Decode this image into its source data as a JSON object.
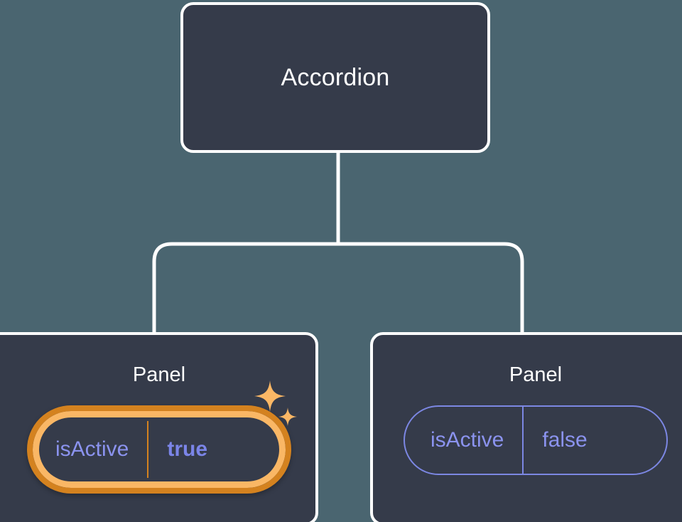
{
  "theme": {
    "page_background": "#4a6570",
    "node_background": "#353b4a",
    "node_border": "#ffffff",
    "connector_color": "#ffffff",
    "prop_accent": "#7c87e3",
    "prop_text": "#8b93ef",
    "highlight_value_text": "#7b85e8",
    "highlight_ring_outer": "#d4821f",
    "highlight_ring_inner": "#fab765",
    "sparkle_color": "#fab765"
  },
  "tree": {
    "root": {
      "title": "Accordion"
    },
    "children": [
      {
        "title": "Panel",
        "highlighted": true,
        "prop": {
          "key": "isActive",
          "value": "true"
        },
        "sparkle_big": "sparkle-icon",
        "sparkle_small": "sparkle-icon"
      },
      {
        "title": "Panel",
        "highlighted": false,
        "prop": {
          "key": "isActive",
          "value": "false"
        }
      }
    ]
  }
}
